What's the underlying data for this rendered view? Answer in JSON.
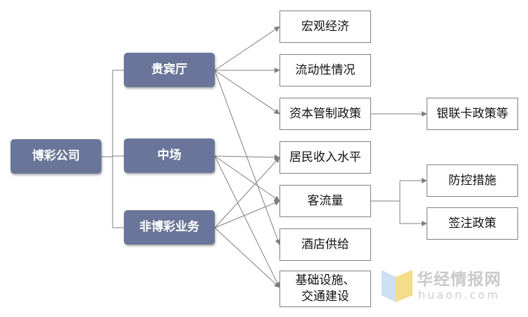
{
  "root": "博彩公司",
  "categories": {
    "vip": "贵宾厅",
    "mass": "中场",
    "nongaming": "非博彩业务"
  },
  "factors": {
    "macro": "宏观经济",
    "liquidity": "流动性情况",
    "capital": "资本管制政策",
    "income": "居民收入水平",
    "visitors": "客流量",
    "hotel": "酒店供给",
    "infra_line1": "基础设施、",
    "infra_line2": "交通建设"
  },
  "subfactors": {
    "unionpay": "银联卡政策等",
    "control": "防控措施",
    "visa": "签注政策"
  },
  "watermark": {
    "cn": "华经情报网",
    "en": "huaon.com"
  }
}
